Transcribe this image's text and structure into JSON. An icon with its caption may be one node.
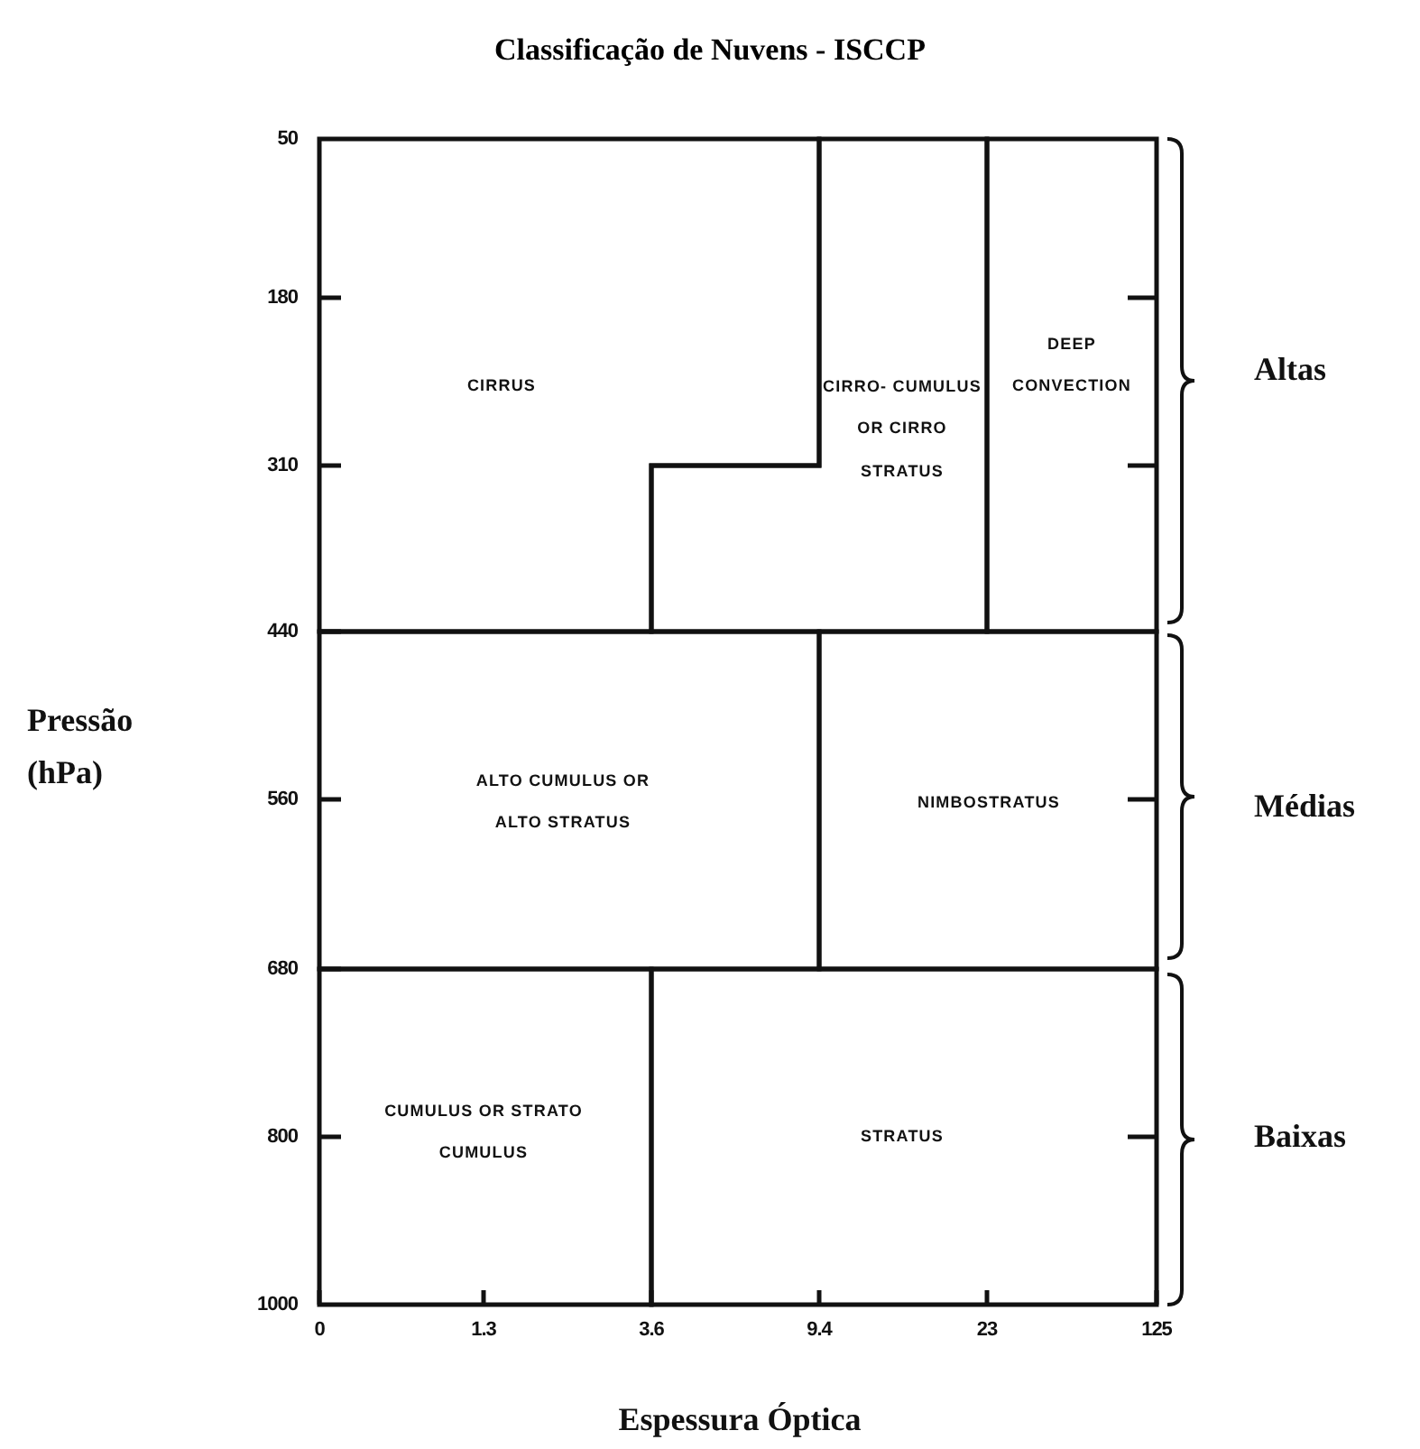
{
  "diagram": {
    "title": "Classificação de Nuvens - ISCCP",
    "nodes": [
      {
        "text": [
          "CIRRUS"
        ]
      },
      {
        "text": [
          "CIRRO- CUMULUS OR CIRRO STRATUS"
        ]
      },
      {
        "text": [
          "DEEP CONVECTION"
        ]
      },
      {
        "text": [
          "ALTO CUMULUS OR ALTO STRATUS"
        ]
      },
      {
        "text": [
          "NIMBOSTRATUS"
        ]
      },
      {
        "text": [
          "CUMULUS OR STRATO CUMULUS"
        ]
      },
      {
        "text": [
          "STRATUS"
        ]
      }
    ],
    "labels": [
      "Pressão (hPa)",
      "50",
      "180",
      "310",
      "440",
      "560",
      "680",
      "800",
      "1000",
      "0",
      "1.3",
      "3.6",
      "9.4",
      "23",
      "125",
      "Espessura Óptica",
      "Altas",
      "Médias",
      "Baixas"
    ]
  }
}
